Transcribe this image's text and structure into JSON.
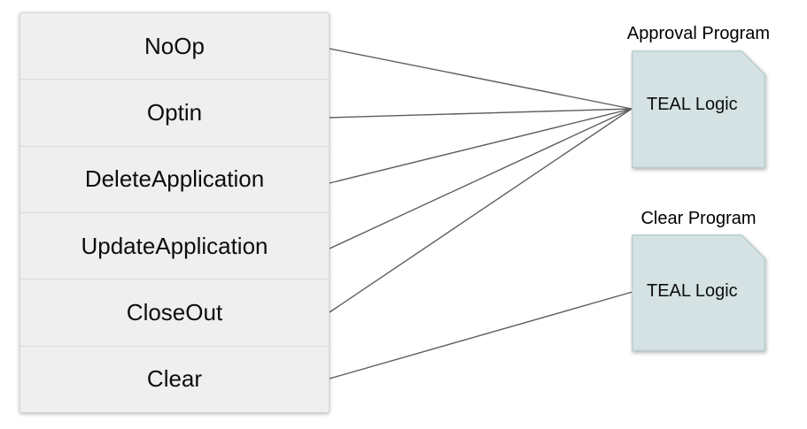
{
  "table": {
    "rows": [
      {
        "label": "NoOp"
      },
      {
        "label": "Optin"
      },
      {
        "label": "DeleteApplication"
      },
      {
        "label": "UpdateApplication"
      },
      {
        "label": "CloseOut"
      },
      {
        "label": "Clear"
      }
    ]
  },
  "programs": [
    {
      "title": "Approval Program",
      "content": "TEAL Logic"
    },
    {
      "title": "Clear Program",
      "content": "TEAL Logic"
    }
  ],
  "connections": [
    {
      "from": "NoOp",
      "to": "Approval Program"
    },
    {
      "from": "Optin",
      "to": "Approval Program"
    },
    {
      "from": "DeleteApplication",
      "to": "Approval Program"
    },
    {
      "from": "UpdateApplication",
      "to": "Approval Program"
    },
    {
      "from": "CloseOut",
      "to": "Approval Program"
    },
    {
      "from": "Clear",
      "to": "Clear Program"
    }
  ],
  "colors": {
    "table_fill": "#efefef",
    "table_border": "#d8d8d8",
    "document_fill": "#d4e2e4",
    "document_border": "#bccfd3",
    "connector": "#5e5e5e",
    "text": "#000000"
  }
}
